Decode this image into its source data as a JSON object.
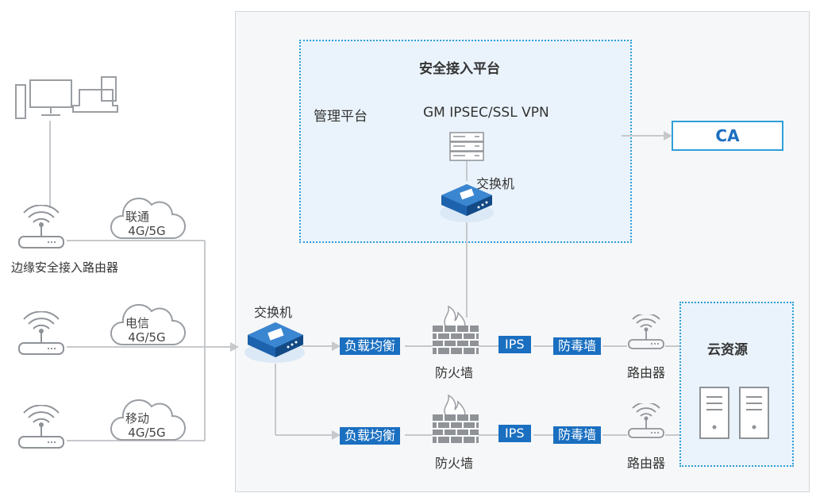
{
  "platform": {
    "title": "安全接入平台",
    "mgmt_label": "管理平台",
    "vpn_label": "GM IPSEC/SSL VPN",
    "switch_label": "交换机"
  },
  "ca": {
    "label": "CA"
  },
  "edge": {
    "router_label": "边缘安全接入路由器",
    "carriers": [
      {
        "name": "联通",
        "network": "4G/5G"
      },
      {
        "name": "电信",
        "network": "4G/5G"
      },
      {
        "name": "移动",
        "network": "4G/5G"
      }
    ]
  },
  "core_switch": {
    "label": "交换机"
  },
  "paths": [
    {
      "lb": "负载均衡",
      "firewall": "防火墙",
      "ips": "IPS",
      "av": "防毒墙",
      "router": "路由器"
    },
    {
      "lb": "负载均衡",
      "firewall": "防火墙",
      "ips": "IPS",
      "av": "防毒墙",
      "router": "路由器"
    }
  ],
  "cloud": {
    "label": "云资源"
  },
  "colors": {
    "accent": "#1a6fc0",
    "border": "#2f9fd8",
    "line": "#c8cbcf"
  }
}
